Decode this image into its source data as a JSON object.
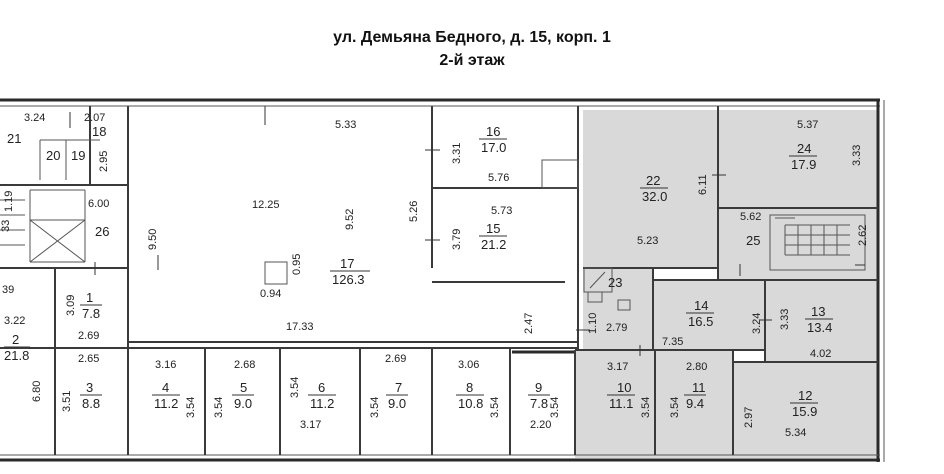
{
  "title": {
    "address": "ул. Демьяна Бедного, д. 15, корп. 1",
    "floor": "2-й этаж"
  },
  "colors": {
    "walls": "#3a3a3a",
    "highlighted_rooms": "#d9d9d9",
    "background": "#ffffff"
  },
  "rooms": [
    {
      "number": "1",
      "area": "7.8"
    },
    {
      "number": "2",
      "area": "21.8"
    },
    {
      "number": "3",
      "area": "8.8"
    },
    {
      "number": "4",
      "area": "11.2"
    },
    {
      "number": "5",
      "area": "9.0"
    },
    {
      "number": "6",
      "area": "11.2"
    },
    {
      "number": "7",
      "area": "9.0"
    },
    {
      "number": "8",
      "area": "10.8"
    },
    {
      "number": "9",
      "area": "7.8"
    },
    {
      "number": "10",
      "area": "11.1"
    },
    {
      "number": "11",
      "area": "9.4"
    },
    {
      "number": "12",
      "area": "15.9"
    },
    {
      "number": "13",
      "area": "13.4"
    },
    {
      "number": "14",
      "area": "16.5"
    },
    {
      "number": "15",
      "area": "21.2"
    },
    {
      "number": "16",
      "area": "17.0"
    },
    {
      "number": "17",
      "area": "126.3"
    },
    {
      "number": "18",
      "area": ""
    },
    {
      "number": "19",
      "area": ""
    },
    {
      "number": "20",
      "area": ""
    },
    {
      "number": "21",
      "area": ""
    },
    {
      "number": "22",
      "area": "32.0"
    },
    {
      "number": "23",
      "area": ""
    },
    {
      "number": "24",
      "area": "17.9"
    },
    {
      "number": "25",
      "area": ""
    },
    {
      "number": "26",
      "area": ""
    }
  ],
  "dimensions": [
    "3.24",
    "2.07",
    "2.95",
    "1.19",
    "6.00",
    "9.50",
    "12.25",
    "5.33",
    "9.52",
    "5.26",
    "0.95",
    "0.94",
    "3.31",
    "5.76",
    "5.73",
    "3.79",
    "39",
    "3.22",
    "3.09",
    "2.69",
    "17.33",
    "2.47",
    "6.80",
    "2.65",
    "3.51",
    "3.16",
    "3.54",
    "2.68",
    "3.54",
    "3.54",
    "2.69",
    "3.54",
    "3.06",
    "3.54",
    "3.54",
    "3.17",
    "2.20",
    "6.11",
    "5.37",
    "3.33",
    "5.62",
    "5.23",
    "2.62",
    "1.10",
    "2.79",
    "7.35",
    "3.24",
    "3.33",
    "4.02",
    "3.17",
    "3.54",
    "2.80",
    "3.54",
    "2.97",
    "5.34",
    "33"
  ]
}
